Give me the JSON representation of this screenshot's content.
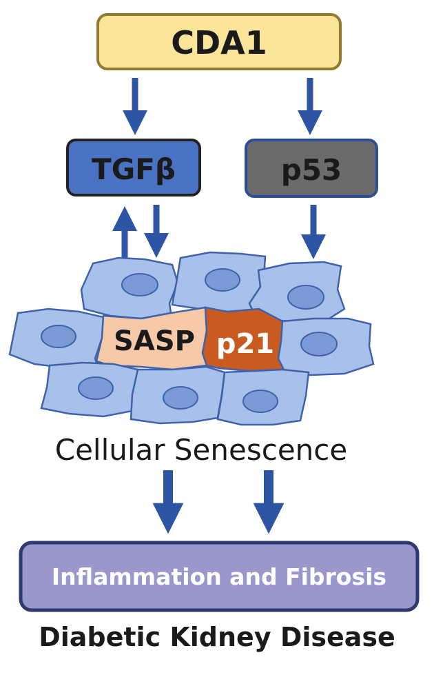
{
  "nodes": {
    "cda1": "CDA1",
    "tgfb": "TGFβ",
    "p53": "p53",
    "sasp": "SASP",
    "p21": "p21",
    "senescence": "Cellular Senescence",
    "inflammation": "Inflammation and Fibrosis",
    "disease": "Diabetic Kidney Disease"
  },
  "colors": {
    "cda1_fill": "#fbe59a",
    "cda1_border": "#8f7a2e",
    "tgfb_fill": "#4a72c2",
    "p53_fill": "#6b6b6b",
    "box_border": "#2b4f96",
    "arrow": "#2d55a4",
    "cell_fill": "#a7c1ea",
    "cell_border": "#3f62a8",
    "nucleus_fill": "#7b9ad6",
    "sasp_fill": "#f6c9a8",
    "p21_fill": "#c95b21",
    "inflammation_fill": "#9997cc",
    "inflammation_border": "#2c3a70"
  }
}
